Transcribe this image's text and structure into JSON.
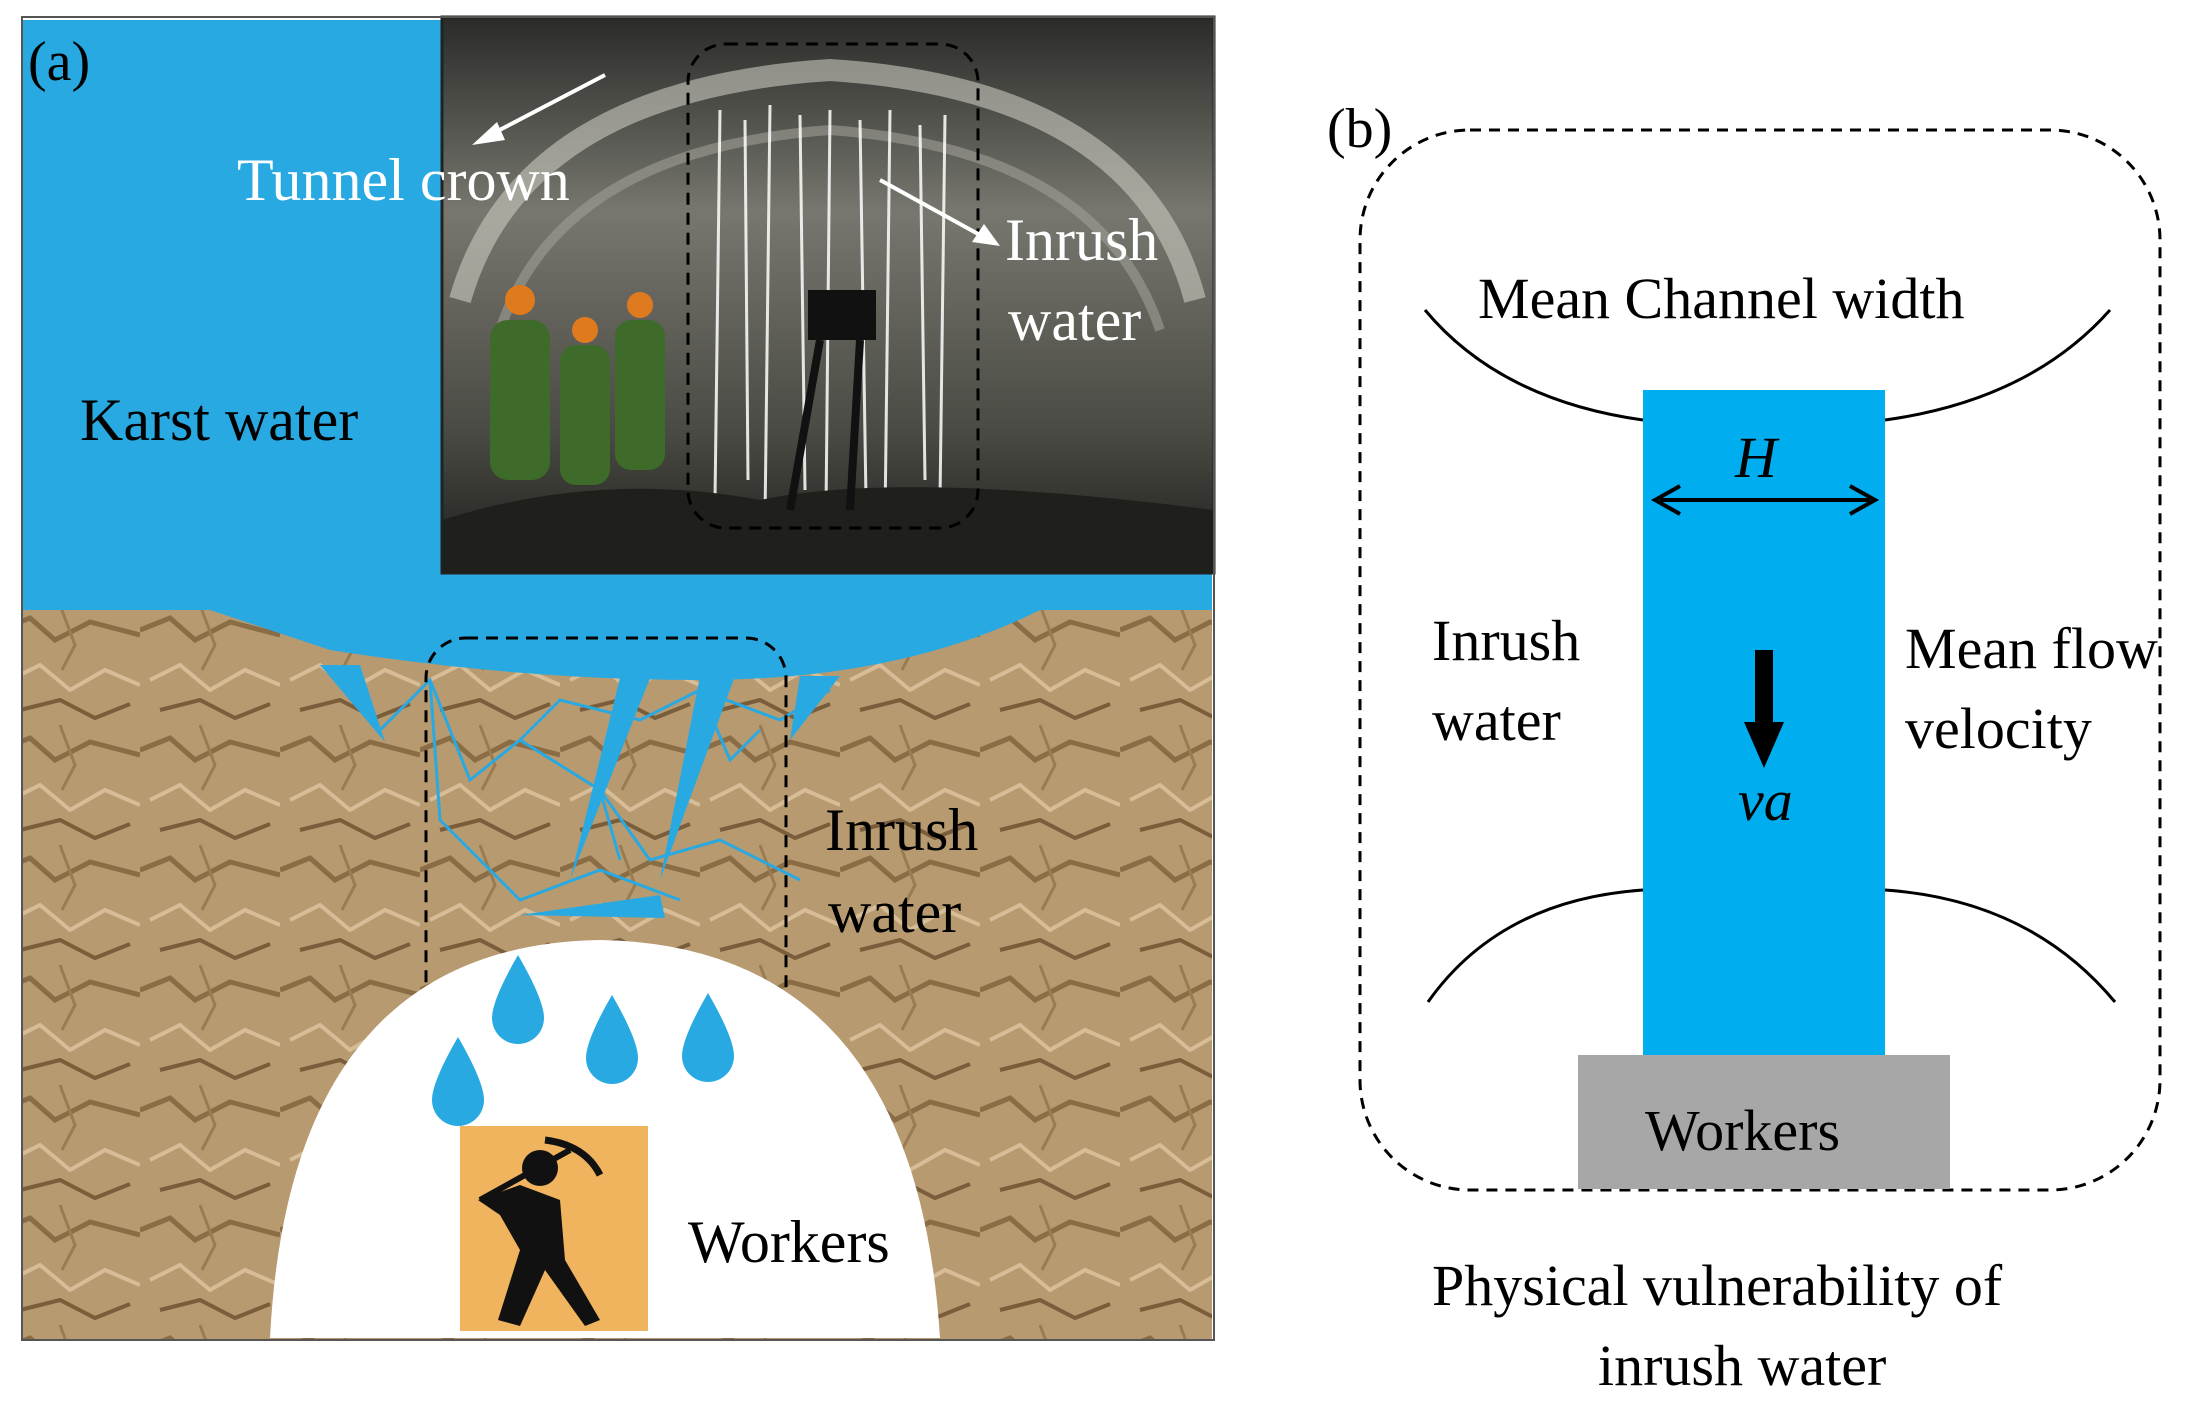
{
  "panel_a": {
    "label": "(a)",
    "labels": {
      "tunnel_crown": "Tunnel crown",
      "inrush_water_photo_line1": "Inrush",
      "inrush_water_photo_line2": "water",
      "karst_water": "Karst water",
      "inrush_water_line1": "Inrush",
      "inrush_water_line2": "water",
      "workers": "Workers"
    }
  },
  "panel_b": {
    "label": "(b)",
    "labels": {
      "mean_channel_width": "Mean Channel width",
      "h_symbol": "H",
      "inrush_water_line1": "Inrush",
      "inrush_water_line2": "water",
      "mean_flow_line1": "Mean flow",
      "mean_flow_line2": "velocity",
      "va_symbol": "va",
      "workers": "Workers"
    },
    "caption_line1": "Physical vulnerability  of",
    "caption_line2": "inrush water"
  },
  "colors": {
    "water": "#29a9e1",
    "channel": "#00aeef",
    "rock": "#b89a70",
    "worker_box": "#f0b35e",
    "workers_block": "#a7a7a7"
  }
}
